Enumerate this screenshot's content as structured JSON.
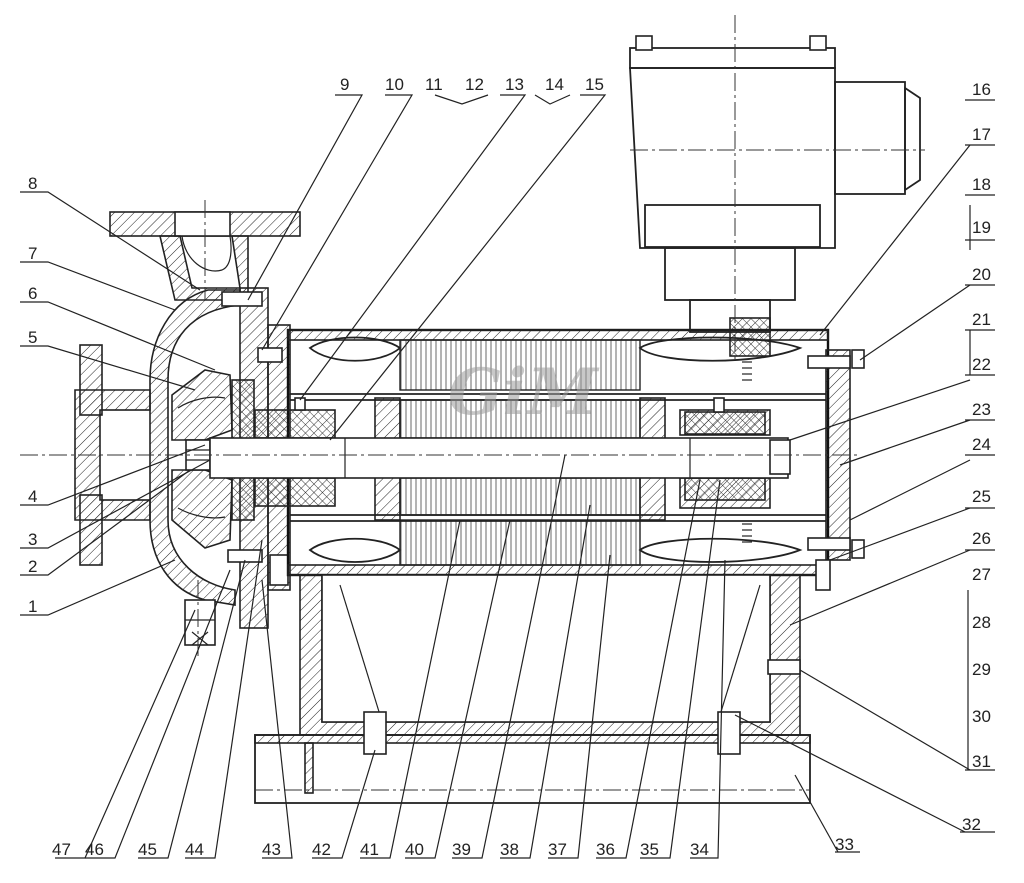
{
  "watermark": "GiM",
  "labels": {
    "l1": "1",
    "l2": "2",
    "l3": "3",
    "l4": "4",
    "l5": "5",
    "l6": "6",
    "l7": "7",
    "l8": "8",
    "l9": "9",
    "l10": "10",
    "l11": "11",
    "l12": "12",
    "l13": "13",
    "l14": "14",
    "l15": "15",
    "l16": "16",
    "l17": "17",
    "l18": "18",
    "l19": "19",
    "l20": "20",
    "l21": "21",
    "l22": "22",
    "l23": "23",
    "l24": "24",
    "l25": "25",
    "l26": "26",
    "l27": "27",
    "l28": "28",
    "l29": "29",
    "l30": "30",
    "l31": "31",
    "l32": "32",
    "l33": "33",
    "l34": "34",
    "l35": "35",
    "l36": "36",
    "l37": "37",
    "l38": "38",
    "l39": "39",
    "l40": "40",
    "l41": "41",
    "l42": "42",
    "l43": "43",
    "l44": "44",
    "l45": "45",
    "l46": "46",
    "l47": "47"
  }
}
